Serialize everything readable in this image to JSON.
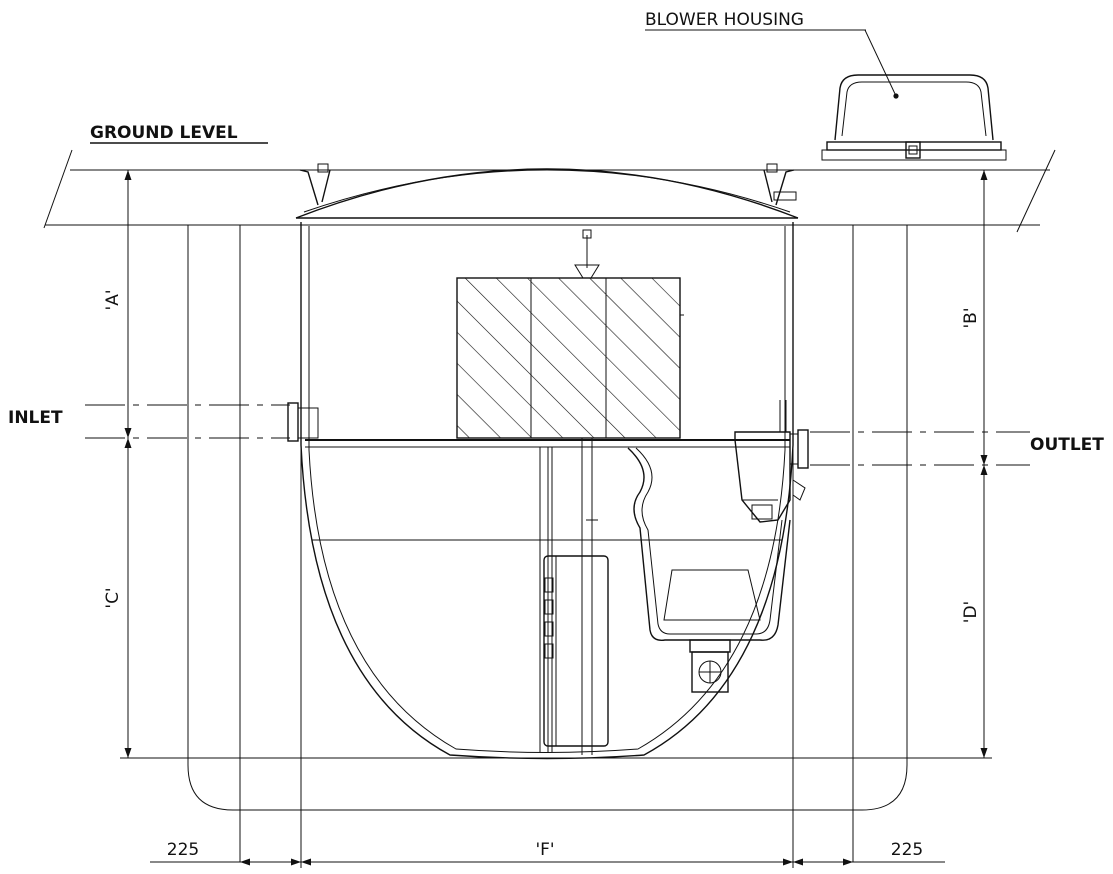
{
  "labels": {
    "blower_housing": "BLOWER HOUSING",
    "ground_level": "GROUND LEVEL",
    "inlet": "INLET",
    "outlet": "OUTLET",
    "dim_a": "'A'",
    "dim_b": "'B'",
    "dim_c": "'C'",
    "dim_d": "'D'",
    "dim_f": "'F'",
    "dim_left_offset": "225",
    "dim_right_offset": "225"
  }
}
